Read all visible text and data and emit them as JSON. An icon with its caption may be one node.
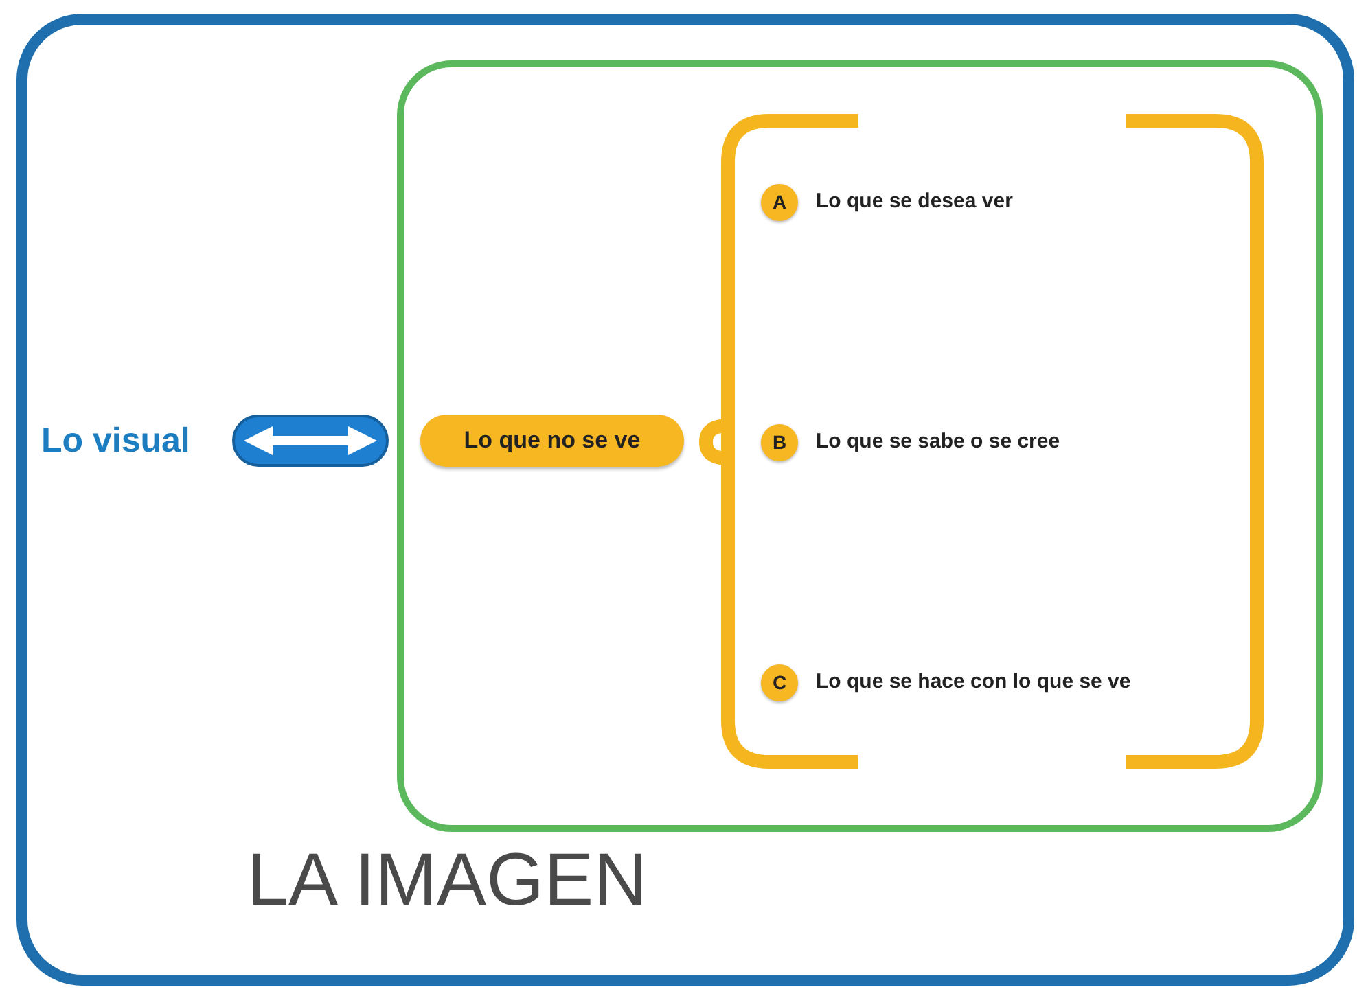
{
  "diagram": {
    "nodes": [
      {
        "text": [
          "LA IMAGEN"
        ]
      },
      {
        "text": [
          "Lo visual"
        ],
        "in": 0
      },
      {
        "text": [],
        "shape": "box",
        "in": 0
      },
      {
        "text": [
          "Lo que no se ve"
        ],
        "in": 2
      },
      {
        "text": [
          "A"
        ],
        "beside": [
          "Lo que se desea ver"
        ],
        "in": 2
      },
      {
        "text": [
          "B"
        ],
        "beside": [
          "Lo que se sabe o se cree"
        ],
        "in": 2
      },
      {
        "text": [
          "C"
        ],
        "beside": [
          "Lo que se hace con lo que se ve"
        ],
        "in": 2
      }
    ],
    "edges": [
      {
        "from": 1,
        "to": 2,
        "arrow": "both"
      }
    ]
  }
}
